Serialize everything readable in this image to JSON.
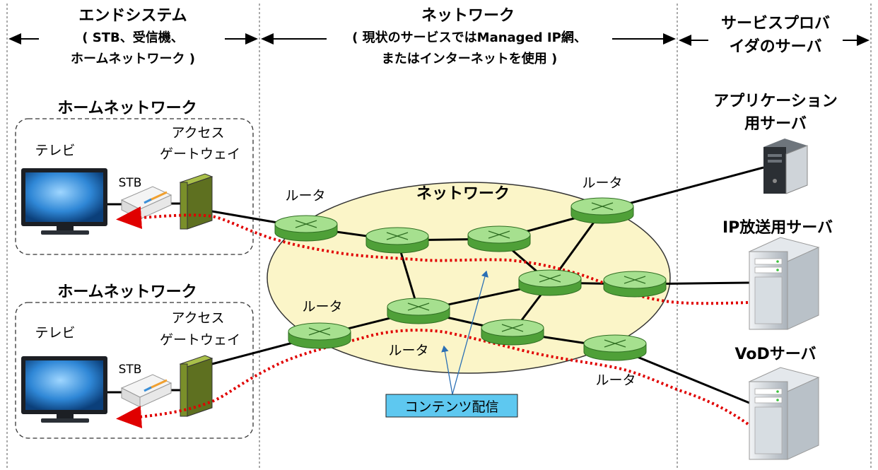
{
  "columns": {
    "end_system": {
      "title": "エンドシステム",
      "line1": "( STB、受信機、",
      "line2": "ホームネットワーク )"
    },
    "network": {
      "title": "ネットワーク",
      "line1": "( 現状のサービスではManaged IP網、",
      "line2": "またはインターネットを使用 )"
    },
    "provider": {
      "line1": "サービスプロバ",
      "line2": "イダのサーバ"
    }
  },
  "home_networks": [
    {
      "title": "ホームネットワーク",
      "tv": "テレビ",
      "stb": "STB",
      "gateway_line1": "アクセス",
      "gateway_line2": "ゲートウェイ"
    },
    {
      "title": "ホームネットワーク",
      "tv": "テレビ",
      "stb": "STB",
      "gateway_line1": "アクセス",
      "gateway_line2": "ゲートウェイ"
    }
  ],
  "core": {
    "title": "ネットワーク",
    "router_labels": [
      "ルータ",
      "ルータ",
      "ルータ",
      "ルータ",
      "ルータ"
    ],
    "content_delivery": "コンテンツ配信"
  },
  "servers": {
    "app_line1": "アプリケーション",
    "app_line2": "用サーバ",
    "ip_broadcast": "IP放送用サーバ",
    "vod": "VoDサーバ"
  },
  "colors": {
    "router_fill": "#8fd47a",
    "router_stroke": "#3f7f2f",
    "network_fill": "#fbf5c8",
    "gateway_fill": "#7a8f2a",
    "delivery_path": "#e00000",
    "callout_fill": "#5ec8f0",
    "callout_arrow": "#2a6fb5",
    "tv_screen": "#3a8fd8"
  }
}
